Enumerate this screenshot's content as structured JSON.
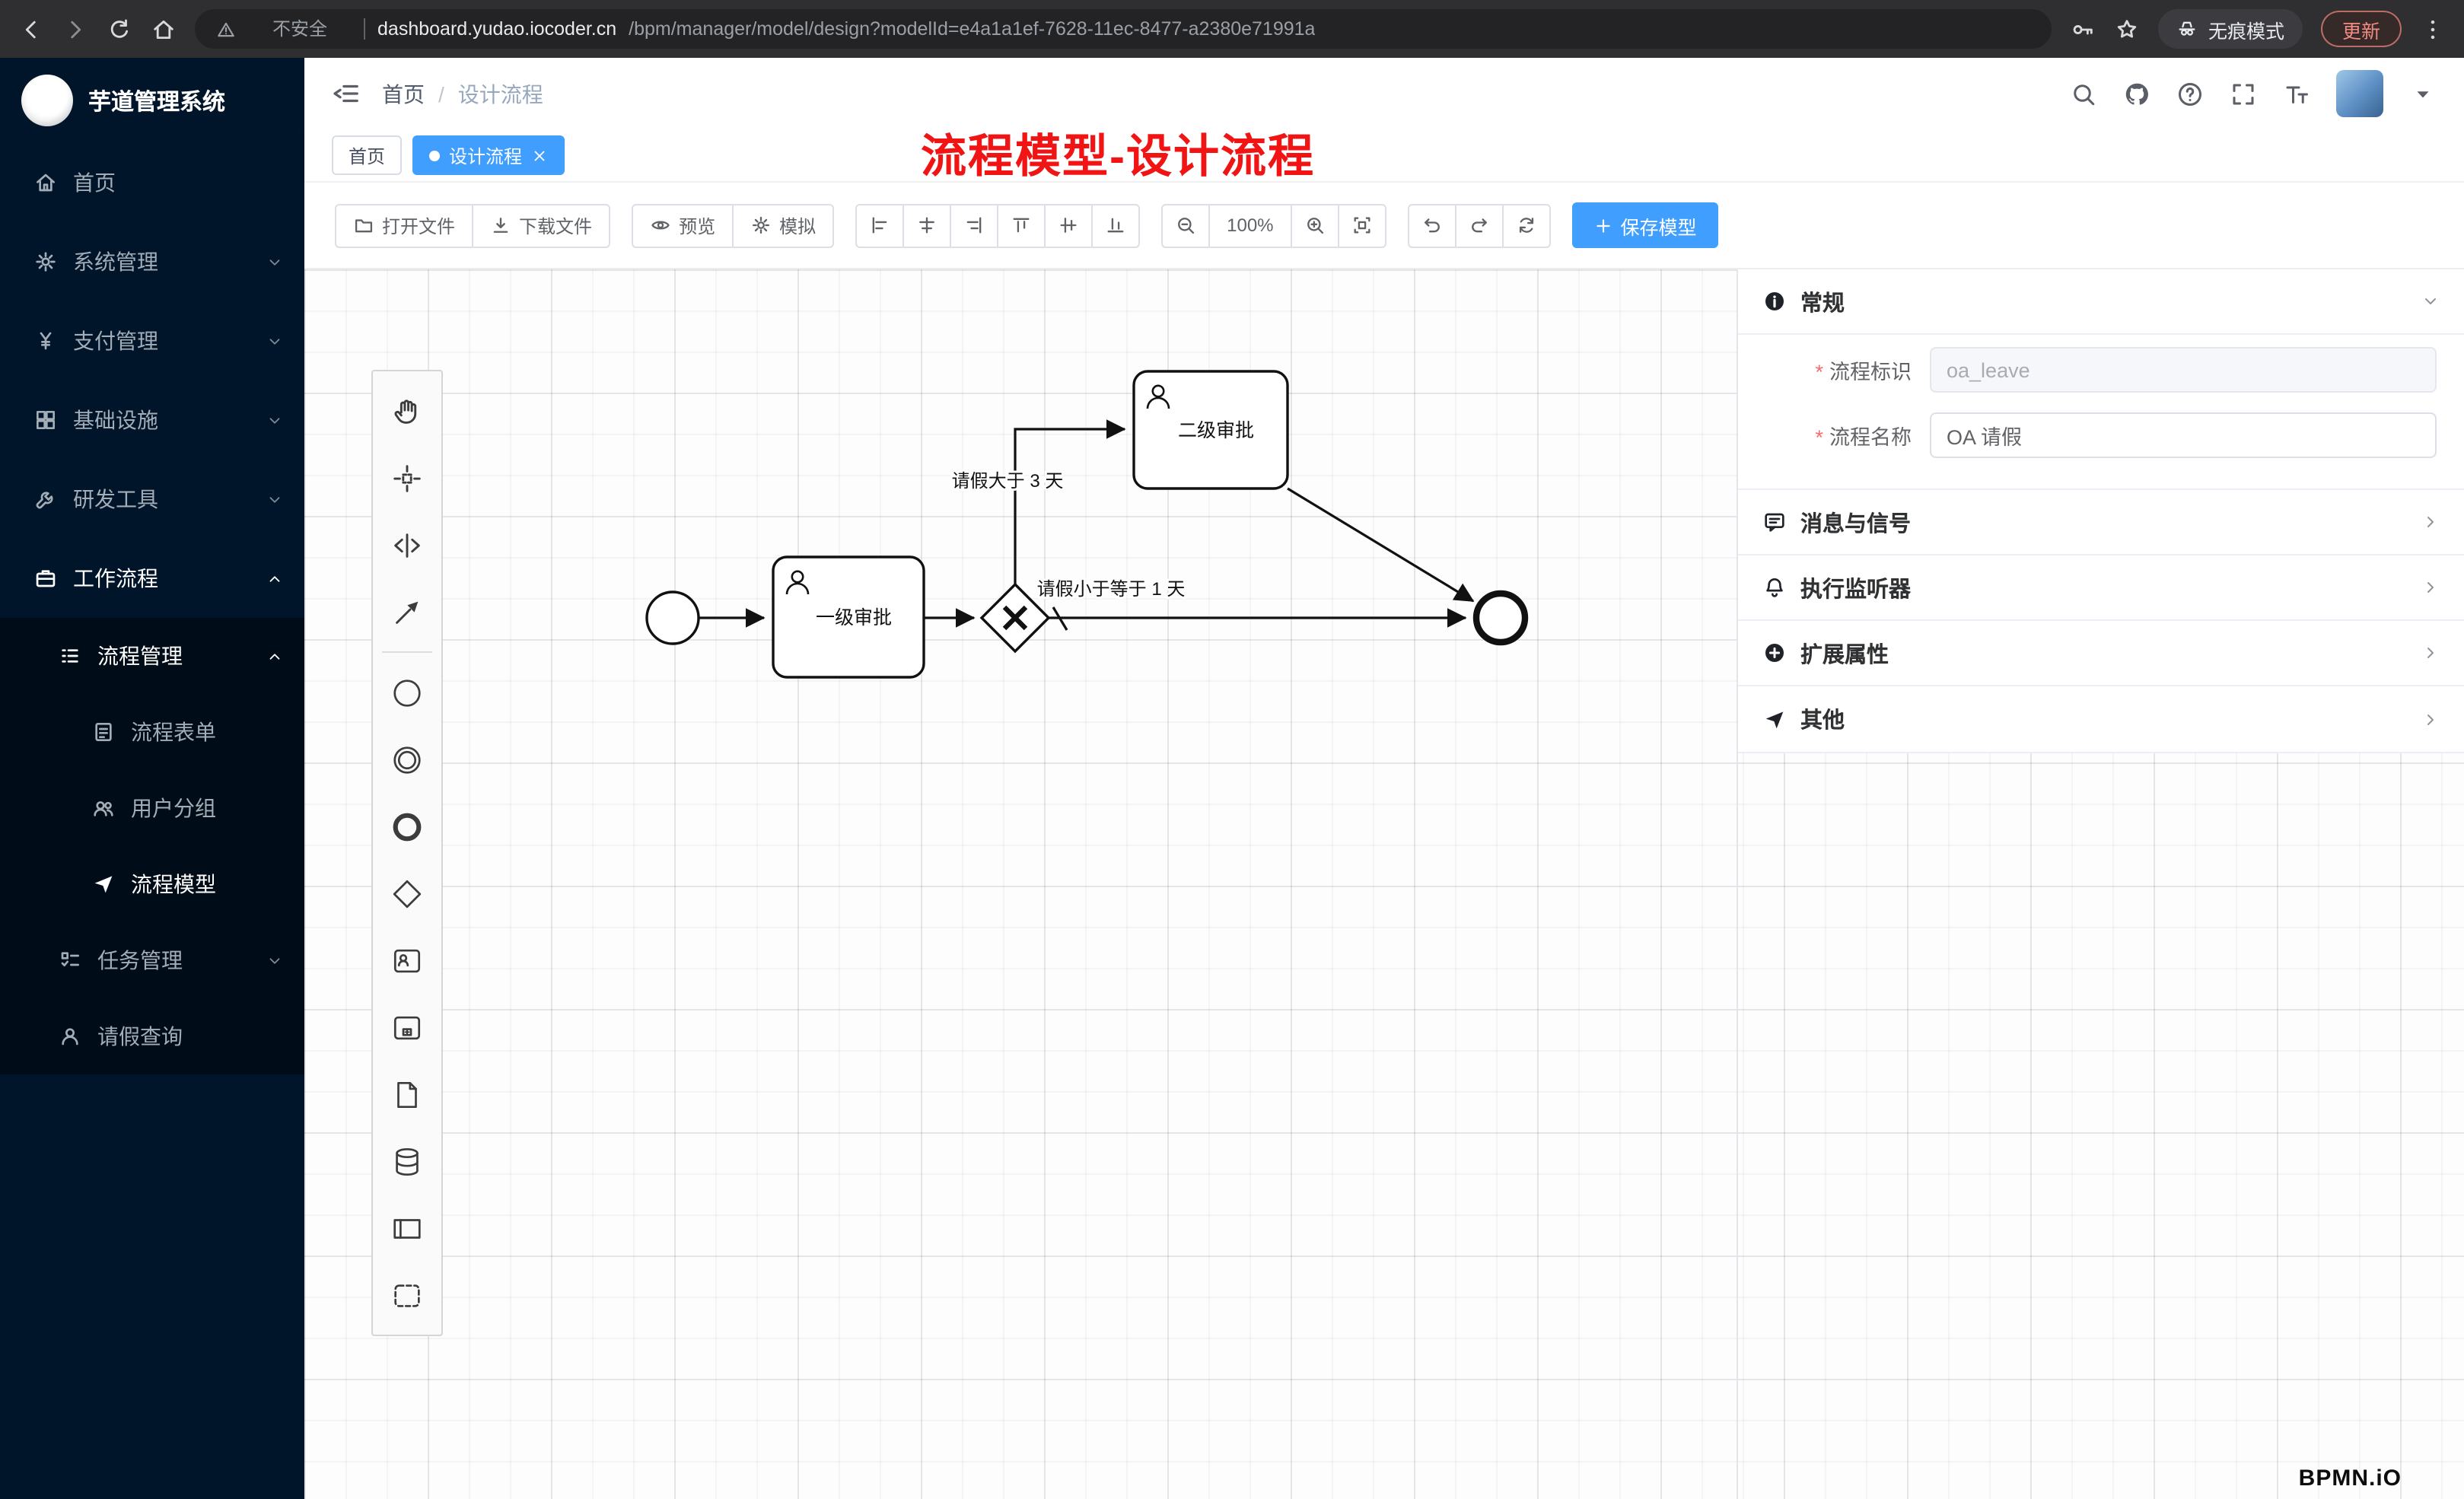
{
  "browser": {
    "security_text": "不安全",
    "url_domain": "dashboard.yudao.iocoder.cn",
    "url_path": "/bpm/manager/model/design?modelId=e4a1a1ef-7628-11ec-8477-a2380e71991a",
    "incognito_label": "无痕模式",
    "update_label": "更新"
  },
  "sidebar": {
    "app_title": "芋道管理系统",
    "items": [
      {
        "label": "首页",
        "icon": "home"
      },
      {
        "label": "系统管理",
        "icon": "gear",
        "expandable": true
      },
      {
        "label": "支付管理",
        "icon": "yen",
        "expandable": true
      },
      {
        "label": "基础设施",
        "icon": "grid",
        "expandable": true
      },
      {
        "label": "研发工具",
        "icon": "wrench",
        "expandable": true
      },
      {
        "label": "工作流程",
        "icon": "briefcase",
        "expandable": true,
        "expanded": true
      },
      {
        "label": "流程管理",
        "icon": "list",
        "expandable": true,
        "expanded": true,
        "level": 2
      },
      {
        "label": "流程表单",
        "icon": "docform",
        "level": 3
      },
      {
        "label": "用户分组",
        "icon": "users",
        "level": 3
      },
      {
        "label": "流程模型",
        "icon": "send",
        "level": 3,
        "active": true
      },
      {
        "label": "任务管理",
        "icon": "tasks",
        "expandable": true,
        "level": 2
      },
      {
        "label": "请假查询",
        "icon": "user",
        "level": 2
      }
    ]
  },
  "header": {
    "breadcrumb": [
      "首页",
      "设计流程"
    ],
    "annotation": "流程模型-设计流程"
  },
  "tabs": [
    {
      "label": "首页"
    },
    {
      "label": "设计流程",
      "active": true,
      "closable": true
    }
  ],
  "toolbar": {
    "file_buttons": [
      {
        "icon": "folder",
        "label": "打开文件"
      },
      {
        "icon": "download",
        "label": "下载文件"
      }
    ],
    "view_buttons": [
      {
        "icon": "eye",
        "label": "预览"
      },
      {
        "icon": "gear",
        "label": "模拟"
      }
    ],
    "align_buttons": [
      "align-left",
      "align-center",
      "align-right",
      "align-top",
      "align-middle",
      "align-bottom"
    ],
    "zoom_level": "100%",
    "save_button": {
      "label": "保存模型"
    }
  },
  "palette": {
    "tools": [
      "hand-tool",
      "lasso-tool",
      "space-tool",
      "global-connect-tool"
    ],
    "elements": [
      "start-event",
      "intermediate-event",
      "end-event",
      "exclusive-gateway",
      "user-task",
      "subprocess",
      "file",
      "data-store",
      "participant",
      "group"
    ]
  },
  "diagram": {
    "nodes": [
      {
        "id": "start",
        "type": "start-event"
      },
      {
        "id": "task1",
        "type": "user-task",
        "label": "一级审批"
      },
      {
        "id": "gateway1",
        "type": "exclusive-gateway"
      },
      {
        "id": "task2",
        "type": "user-task",
        "label": "二级审批"
      },
      {
        "id": "end",
        "type": "end-event"
      }
    ],
    "flows": [
      {
        "from": "start",
        "to": "task1"
      },
      {
        "from": "task1",
        "to": "gateway1"
      },
      {
        "from": "gateway1",
        "to": "task2",
        "label": "请假大于 3 天"
      },
      {
        "from": "gateway1",
        "to": "end",
        "label": "请假小于等于 1 天",
        "default": true
      },
      {
        "from": "task2",
        "to": "end"
      }
    ]
  },
  "properties": {
    "sections": [
      {
        "icon": "info",
        "title": "常规",
        "expanded": true
      },
      {
        "icon": "comment",
        "title": "消息与信号"
      },
      {
        "icon": "bell",
        "title": "执行监听器"
      },
      {
        "icon": "plus-circle",
        "title": "扩展属性"
      },
      {
        "icon": "send",
        "title": "其他"
      }
    ],
    "fields": {
      "process_key": {
        "label": "流程标识",
        "value": "oa_leave",
        "required": true,
        "disabled": true
      },
      "process_name": {
        "label": "流程名称",
        "value": "OA 请假",
        "required": true
      }
    }
  },
  "colors": {
    "accent": "#409eff",
    "sidebar_bg": "#001529",
    "annotation_red": "#f01414"
  },
  "watermark": "BPMN.iO"
}
